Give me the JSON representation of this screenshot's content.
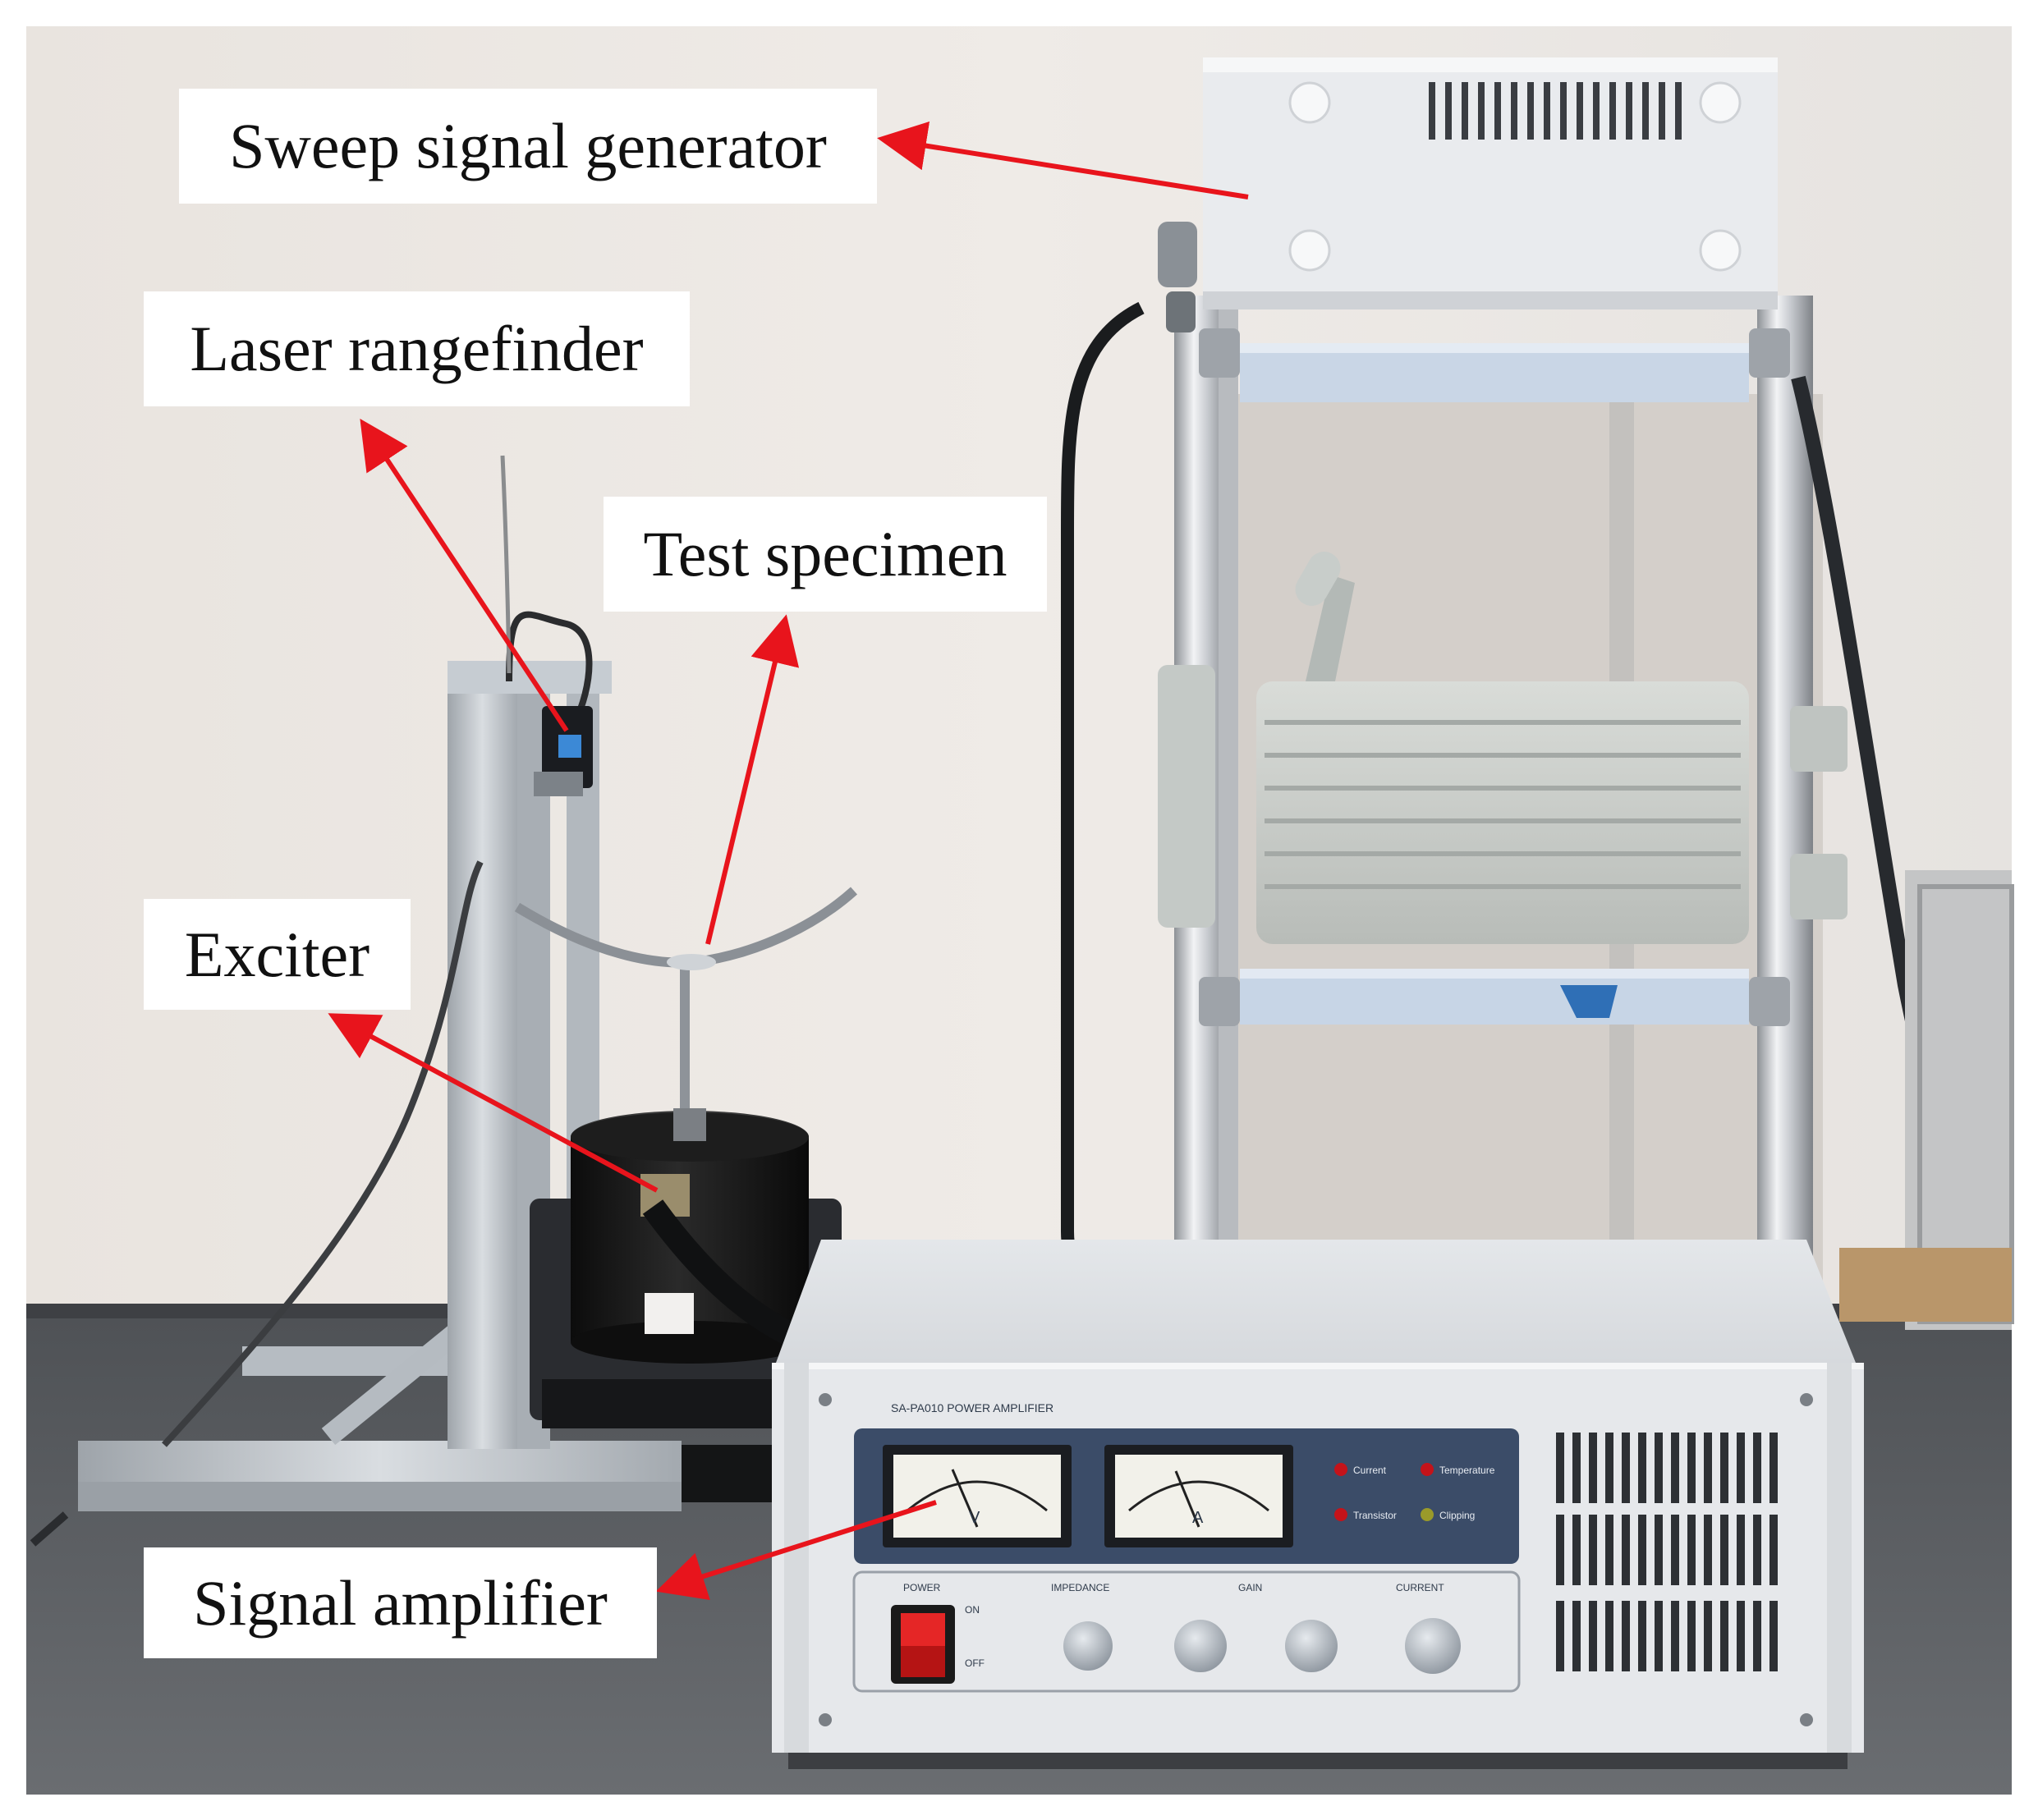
{
  "labels": {
    "sweep_signal_generator": "Sweep signal generator",
    "laser_rangefinder": "Laser rangefinder",
    "test_specimen": "Test specimen",
    "exciter": "Exciter",
    "signal_amplifier": "Signal amplifier"
  },
  "amplifier_panel": {
    "model": "SA-PA010 POWER AMPLIFIER",
    "indicators": [
      "Current",
      "Temperature",
      "Transistor",
      "Clipping"
    ],
    "power_label": "POWER",
    "power_on": "ON",
    "power_off": "OFF",
    "impedance_label": "IMPEDANCE",
    "gain_label": "GAIN",
    "current_label": "CURRENT",
    "voltmeter_unit": "V",
    "ammeter_unit": "A"
  },
  "colors": {
    "arrow": "#e8141c",
    "wall": "#ece8e4",
    "table": "#5e6064",
    "amplifier_body": "#eaecef",
    "amplifier_panel": "#3b4c68",
    "exciter_body": "#151515",
    "aluminium": "#b9bec4"
  }
}
